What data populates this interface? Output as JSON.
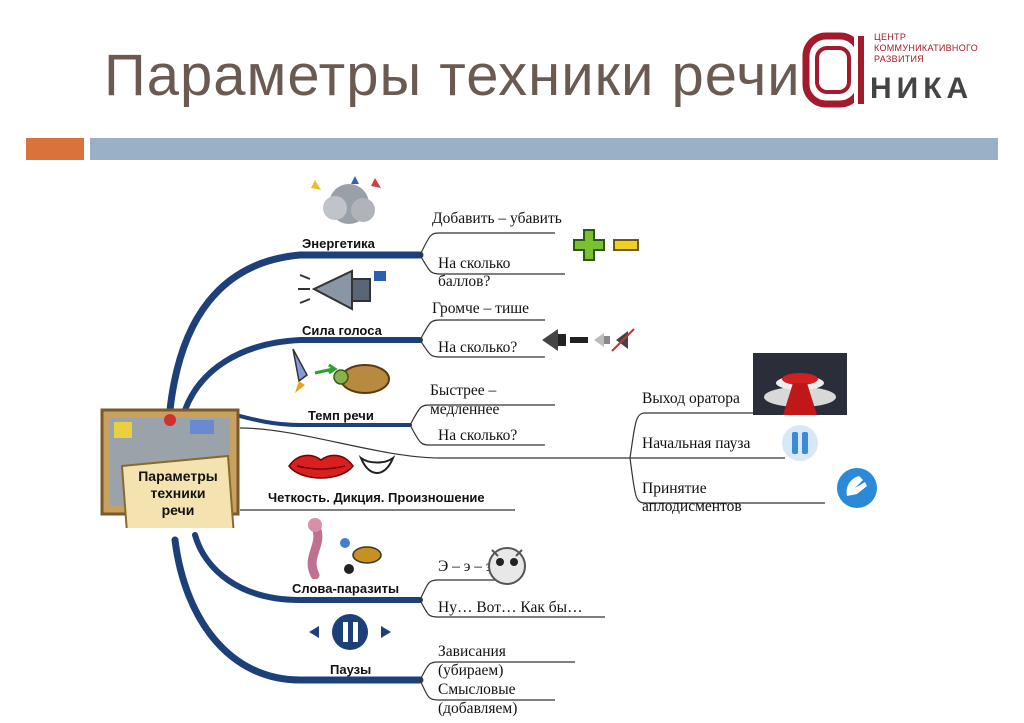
{
  "title": "Параметры техники речи",
  "logo": {
    "line1": "ЦЕНТР",
    "line2": "КОММУНИКАТИВНОГО",
    "line3": "РАЗВИТИЯ",
    "brand": "НИКА"
  },
  "center": {
    "line1": "Параметры",
    "line2": "техники",
    "line3": "речи"
  },
  "branches": {
    "energy": {
      "label": "Энергетика",
      "leaf1": "Добавить – убавить",
      "leaf2a": "На сколько",
      "leaf2b": "баллов?"
    },
    "voice": {
      "label": "Сила голоса",
      "leaf1": "Громче – тише",
      "leaf2": "На сколько?"
    },
    "tempo": {
      "label": "Темп речи",
      "leaf1a": "Быстрее –",
      "leaf1b": "медленнее",
      "leaf2": "На сколько?"
    },
    "diction": {
      "label": "Четкость. Дикция. Произношение"
    },
    "parasites": {
      "label": "Слова-паразиты",
      "leaf1": "Э – э – э",
      "leaf2": "Ну… Вот… Как бы…"
    },
    "pauses": {
      "label": "Паузы",
      "leaf1a": "Зависания",
      "leaf1b": "(убираем)",
      "leaf2a": "Смысловые",
      "leaf2b": "(добавляем)"
    },
    "exit": {
      "leaf1": "Выход оратора",
      "leaf2": "Начальная пауза",
      "leaf3a": "Принятие",
      "leaf3b": "аплодисментов"
    }
  },
  "colors": {
    "branch": "#1d3f7a",
    "title": "#6b5a52",
    "accent_orange": "#d9733b",
    "accent_blue": "#9ab0c6",
    "logo_red": "#a31a2a"
  }
}
